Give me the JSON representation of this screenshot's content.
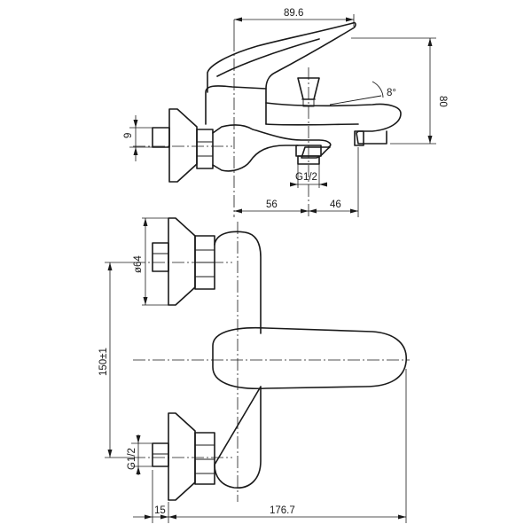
{
  "dimensions": {
    "top_width": "89.6",
    "height": "80",
    "angle": "8°",
    "connection_top": "9",
    "thread_top": "G1/2",
    "spout_left": "56",
    "spout_right": "46",
    "diameter": "ø64",
    "center_distance": "150±1",
    "thread_side": "G1/2",
    "offset": "15",
    "total_depth": "176.7"
  }
}
